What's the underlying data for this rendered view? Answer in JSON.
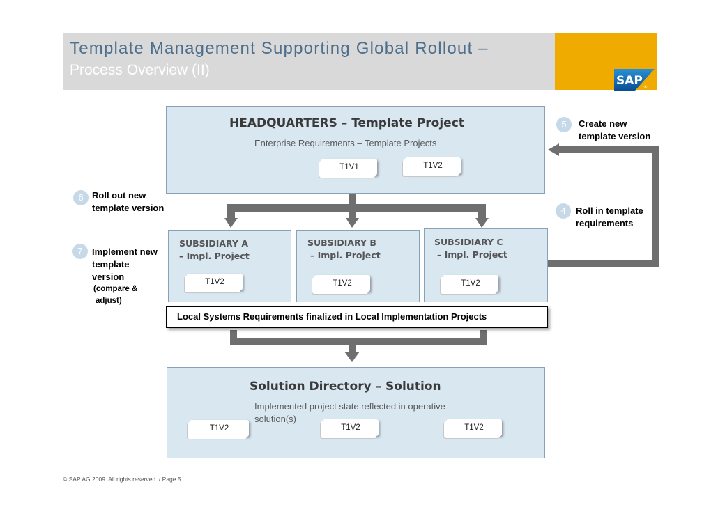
{
  "title": {
    "line1": "Template Management Supporting Global Rollout –",
    "line2": "Process Overview (II)"
  },
  "logo": {
    "text": "SAP",
    "mark": "®"
  },
  "colors": {
    "brand": "#f0ab00",
    "panel": "#d9e7f1",
    "title_text": "#4d6f8c",
    "arrow": "#6f6f6f"
  },
  "headquarters": {
    "title": "HEADQUARTERS – Template Project",
    "subtitle": "Enterprise Requirements – Template Projects",
    "versions": [
      "T1V1",
      "T1V2"
    ]
  },
  "subsidiaries": [
    {
      "title_line1": "SUBSIDIARY A",
      "title_line2": "– Impl. Project",
      "version": "T1V2"
    },
    {
      "title_line1": "SUBSIDIARY B",
      "title_line2": "– Impl. Project",
      "version": "T1V2"
    },
    {
      "title_line1": "SUBSIDIARY C",
      "title_line2": "– Impl. Project",
      "version": "T1V2"
    }
  ],
  "local_requirements": "Local Systems Requirements finalized in Local Implementation Projects",
  "solution": {
    "title": "Solution Directory – Solution",
    "subtitle_line1": "Implemented project state reflected in operative",
    "subtitle_line2": "solution(s)",
    "versions": [
      "T1V2",
      "T1V2",
      "T1V2"
    ]
  },
  "steps": [
    {
      "number": "5",
      "line1": "Create new",
      "line2": "template version"
    },
    {
      "number": "4",
      "line1": "Roll in template",
      "line2": "requirements"
    },
    {
      "number": "6",
      "line1": "Roll out new",
      "line2": "template version"
    },
    {
      "number": "7",
      "line1": "Implement new",
      "line2": "template",
      "line3": "version",
      "line4": "(compare &",
      "line5": "adjust)"
    }
  ],
  "footer": "© SAP AG 2009. All rights reserved. / Page 5"
}
